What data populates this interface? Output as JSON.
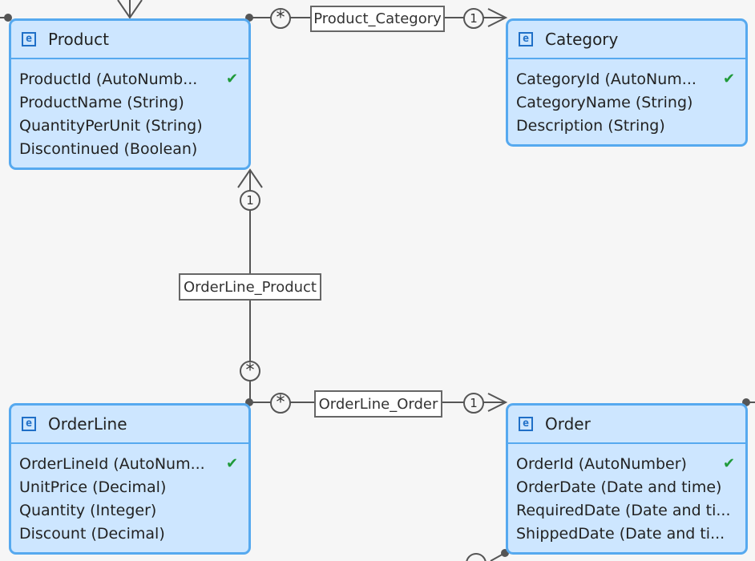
{
  "entities": {
    "product": {
      "name": "Product",
      "icon": "entity-icon",
      "attributes": [
        {
          "text": "ProductId (AutoNumb...",
          "key": true
        },
        {
          "text": "ProductName (String)",
          "key": false
        },
        {
          "text": "QuantityPerUnit (String)",
          "key": false
        },
        {
          "text": "Discontinued (Boolean)",
          "key": false
        }
      ]
    },
    "category": {
      "name": "Category",
      "icon": "entity-icon",
      "attributes": [
        {
          "text": "CategoryId (AutoNum...",
          "key": true
        },
        {
          "text": "CategoryName (String)",
          "key": false
        },
        {
          "text": "Description (String)",
          "key": false
        }
      ]
    },
    "orderline": {
      "name": "OrderLine",
      "icon": "entity-icon",
      "attributes": [
        {
          "text": "OrderLineId (AutoNum...",
          "key": true
        },
        {
          "text": "UnitPrice (Decimal)",
          "key": false
        },
        {
          "text": "Quantity (Integer)",
          "key": false
        },
        {
          "text": "Discount (Decimal)",
          "key": false
        }
      ]
    },
    "order": {
      "name": "Order",
      "icon": "entity-icon",
      "attributes": [
        {
          "text": "OrderId (AutoNumber)",
          "key": true
        },
        {
          "text": "OrderDate (Date and time)",
          "key": false
        },
        {
          "text": "RequiredDate (Date and ti...",
          "key": false
        },
        {
          "text": "ShippedDate (Date and ti...",
          "key": false
        }
      ]
    }
  },
  "associations": {
    "product_category": {
      "label": "Product_Category",
      "from_mult": "*",
      "to_mult": "1"
    },
    "orderline_product": {
      "label": "OrderLine_Product",
      "from_mult": "*",
      "to_mult": "1"
    },
    "orderline_order": {
      "label": "OrderLine_Order",
      "from_mult": "*",
      "to_mult": "1"
    }
  },
  "glyphs": {
    "entity": "e",
    "key_check": "✔"
  },
  "colors": {
    "entity_fill": "#cde6ff",
    "entity_border": "#56a9ef",
    "key_check": "#1f9a3a",
    "connector": "#555555",
    "background": "#f6f6f6"
  }
}
